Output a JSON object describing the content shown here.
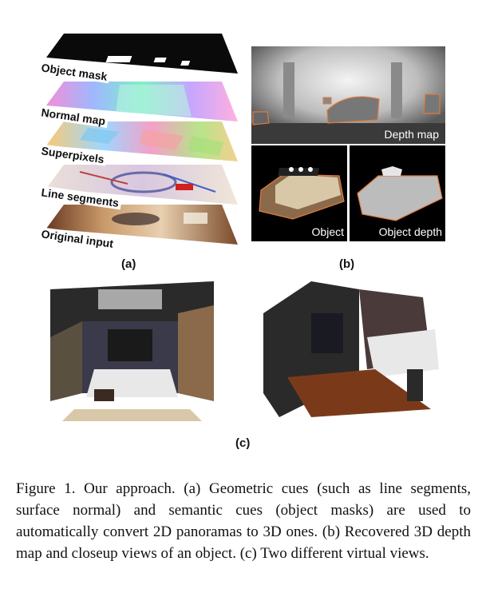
{
  "panel_a": {
    "layers": [
      {
        "label": "Object mask"
      },
      {
        "label": "Normal map"
      },
      {
        "label": "Superpixels"
      },
      {
        "label": "Line segments"
      },
      {
        "label": "Original input"
      }
    ],
    "sublabel": "(a)"
  },
  "panel_b": {
    "depth_map_label": "Depth map",
    "object_label": "Object",
    "object_depth_label": "Object depth",
    "sublabel": "(b)"
  },
  "panel_c": {
    "sublabel": "(c)"
  },
  "caption": {
    "text": "Figure 1. Our approach.  (a) Geometric cues (such as line segments, surface normal) and semantic cues (object masks) are used to automatically convert 2D panoramas to 3D ones. (b) Recovered 3D depth map and closeup views of an object. (c) Two different virtual views."
  }
}
